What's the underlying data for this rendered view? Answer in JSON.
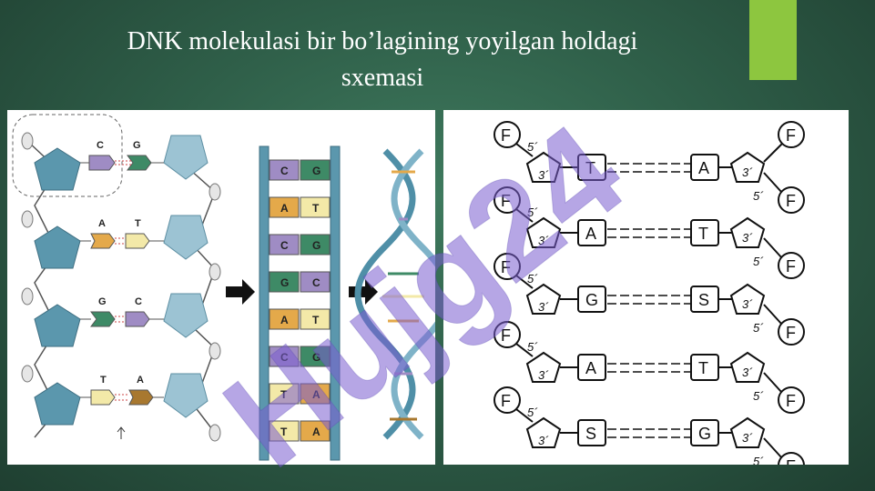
{
  "slide": {
    "title_line1": "DNK molekulasi bir bo’lagining yoyilgan holdagi",
    "title_line2": "sxemasi",
    "accent_color": "#8dc63f"
  },
  "left_diagram": {
    "top_pairs": [
      {
        "left": "C",
        "right": "G"
      },
      {
        "left": "A",
        "right": "T"
      },
      {
        "left": "G",
        "right": "C"
      },
      {
        "left": "T",
        "right": "A"
      }
    ],
    "ladder_pairs": [
      {
        "left": "C",
        "right": "G"
      },
      {
        "left": "A",
        "right": "T"
      },
      {
        "left": "C",
        "right": "G"
      },
      {
        "left": "G",
        "right": "C"
      },
      {
        "left": "A",
        "right": "T"
      },
      {
        "left": "C",
        "right": "G"
      },
      {
        "left": "T",
        "right": "A"
      },
      {
        "left": "T",
        "right": "A"
      }
    ]
  },
  "right_diagram": {
    "phosphate_label": "F",
    "prime5": "5´",
    "prime3": "3´",
    "pairs": [
      {
        "left": "T",
        "right": "A"
      },
      {
        "left": "A",
        "right": "T"
      },
      {
        "left": "G",
        "right": "S"
      },
      {
        "left": "A",
        "right": "T"
      },
      {
        "left": "S",
        "right": "G"
      }
    ]
  },
  "watermark": {
    "text": "Hujg24"
  }
}
